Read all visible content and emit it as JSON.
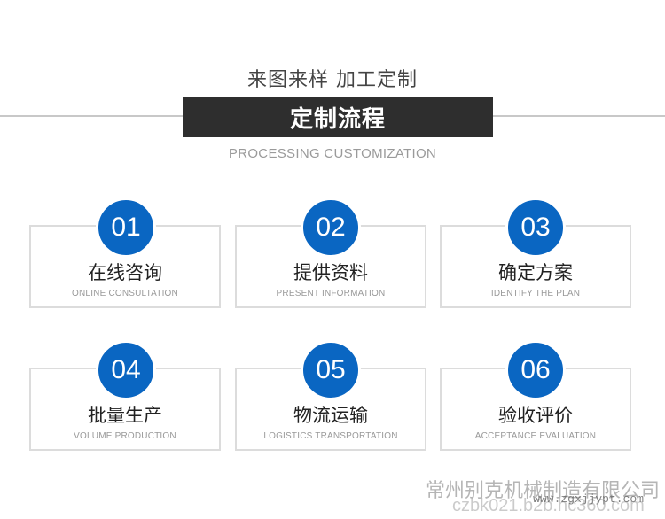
{
  "header": {
    "tagline": "来图来样 加工定制",
    "title": "定制流程",
    "title_en": "PROCESSING CUSTOMIZATION"
  },
  "colors": {
    "badge": "#0a66c2",
    "banner": "#2e2e2e",
    "card_border": "#dcdcdc"
  },
  "steps": [
    {
      "number": "01",
      "title": "在线咨询",
      "subtitle": "ONLINE CONSULTATION"
    },
    {
      "number": "02",
      "title": "提供资料",
      "subtitle": "PRESENT INFORMATION"
    },
    {
      "number": "03",
      "title": "确定方案",
      "subtitle": "IDENTIFY THE PLAN"
    },
    {
      "number": "04",
      "title": "批量生产",
      "subtitle": "VOLUME PRODUCTION"
    },
    {
      "number": "05",
      "title": "物流运输",
      "subtitle": "LOGISTICS TRANSPORTATION"
    },
    {
      "number": "06",
      "title": "验收评价",
      "subtitle": "ACCEPTANCE EVALUATION"
    }
  ],
  "watermark": {
    "company": "常州别克机械制造有限公司",
    "url": "www.zgxjjypt.com",
    "domain": "czbk021.b2b.hc360.com"
  }
}
